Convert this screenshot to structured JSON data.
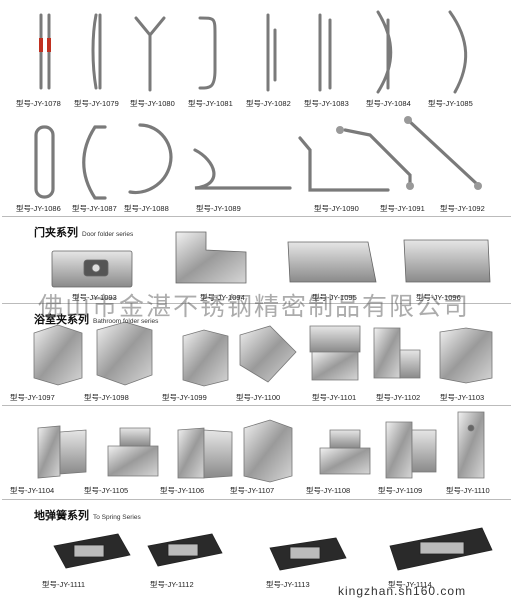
{
  "sections": [
    {
      "cn": "门夹系列",
      "en": "Door folder series"
    },
    {
      "cn": "浴室夹系列",
      "en": "Bathroom folder series"
    },
    {
      "cn": "地弹簧系列",
      "en": "To Spring Series"
    }
  ],
  "labels": [
    "型号-JY-1078",
    "型号-JY-1079",
    "型号-JY-1080",
    "型号-JY-1081",
    "型号-JY-1082",
    "型号-JY-1083",
    "型号-JY-1084",
    "型号-JY-1085",
    "型号-JY-1086",
    "型号-JY-1087",
    "型号-JY-1088",
    "型号-JY-1089",
    "型号-JY-1090",
    "型号-JY-1091",
    "型号-JY-1092",
    "型号-JY-1093",
    "型号-JY-1094",
    "型号-JY-1095",
    "型号-JY-1096",
    "型号-JY-1097",
    "型号-JY-1098",
    "型号-JY-1099",
    "型号-JY-1100",
    "型号-JY-1101",
    "型号-JY-1102",
    "型号-JY-1103",
    "型号-JY-1104",
    "型号-JY-1105",
    "型号-JY-1106",
    "型号-JY-1107",
    "型号-JY-1108",
    "型号-JY-1109",
    "型号-JY-1110",
    "型号-JY-1111",
    "型号-JY-1112",
    "型号-JY-1113",
    "型号-JY-1114"
  ],
  "watermark": "佛山市金湛不锈钢精密制品有限公司",
  "website": "kingzhan.sh160.com"
}
